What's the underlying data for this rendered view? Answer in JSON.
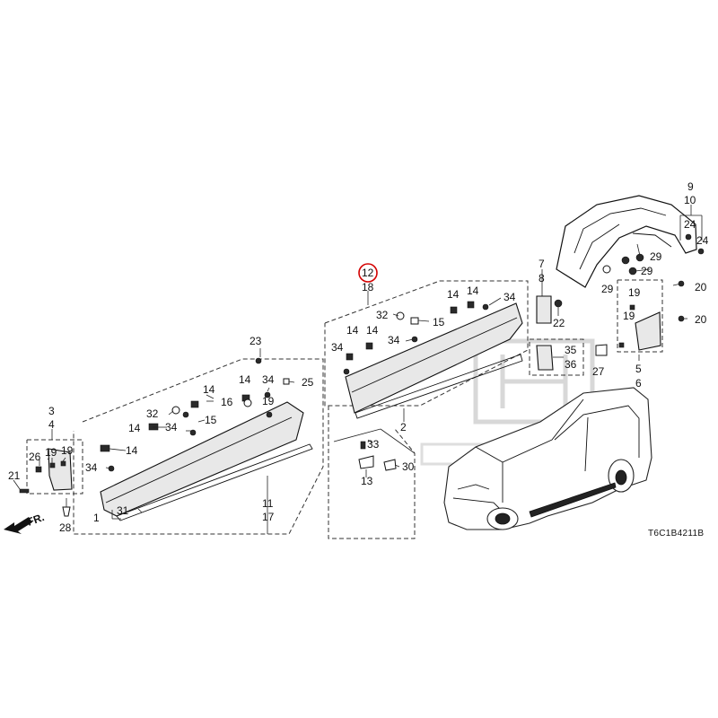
{
  "diagram_code": "T6C1B4211B",
  "direction_label": "FR.",
  "highlight_color": "#d40000",
  "labels": {
    "p1": "1",
    "p2": "2",
    "p3": "3",
    "p4": "4",
    "p5": "5",
    "p6": "6",
    "p7": "7",
    "p8": "8",
    "p9": "9",
    "p10": "10",
    "p11": "11",
    "p12": "12",
    "p13": "13",
    "p14": "14",
    "p15": "15",
    "p16": "16",
    "p17": "17",
    "p18": "18",
    "p19": "19",
    "p20": "20",
    "p21": "21",
    "p22": "22",
    "p23": "23",
    "p24": "24",
    "p25": "25",
    "p26": "26",
    "p27": "27",
    "p28": "28",
    "p29": "29",
    "p30": "30",
    "p31": "31",
    "p32": "32",
    "p33": "33",
    "p34": "34",
    "p35": "35",
    "p36": "36"
  }
}
